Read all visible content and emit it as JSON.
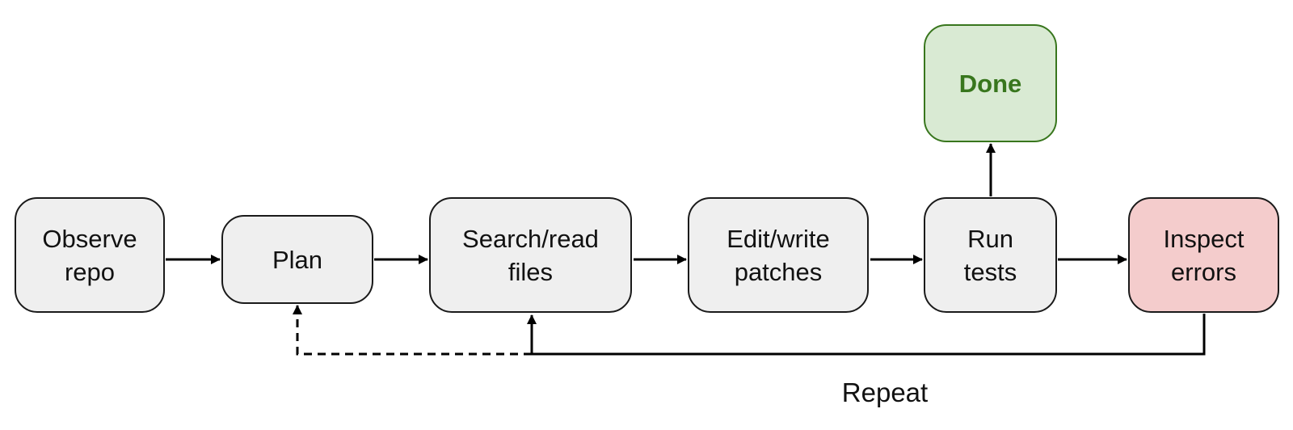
{
  "nodes": {
    "observe": {
      "label": "Observe\nrepo"
    },
    "plan": {
      "label": "Plan"
    },
    "search": {
      "label": "Search/read\nfiles"
    },
    "edit": {
      "label": "Edit/write\npatches"
    },
    "run": {
      "label": "Run\ntests"
    },
    "inspect": {
      "label": "Inspect\nerrors"
    },
    "done": {
      "label": "Done"
    }
  },
  "edges": {
    "repeat_label": "Repeat"
  },
  "colors": {
    "node_fill": "#efefef",
    "stroke": "#1a1a1a",
    "done_fill": "#d9ead3",
    "done_text": "#38761d",
    "error_fill": "#f4cccc"
  }
}
